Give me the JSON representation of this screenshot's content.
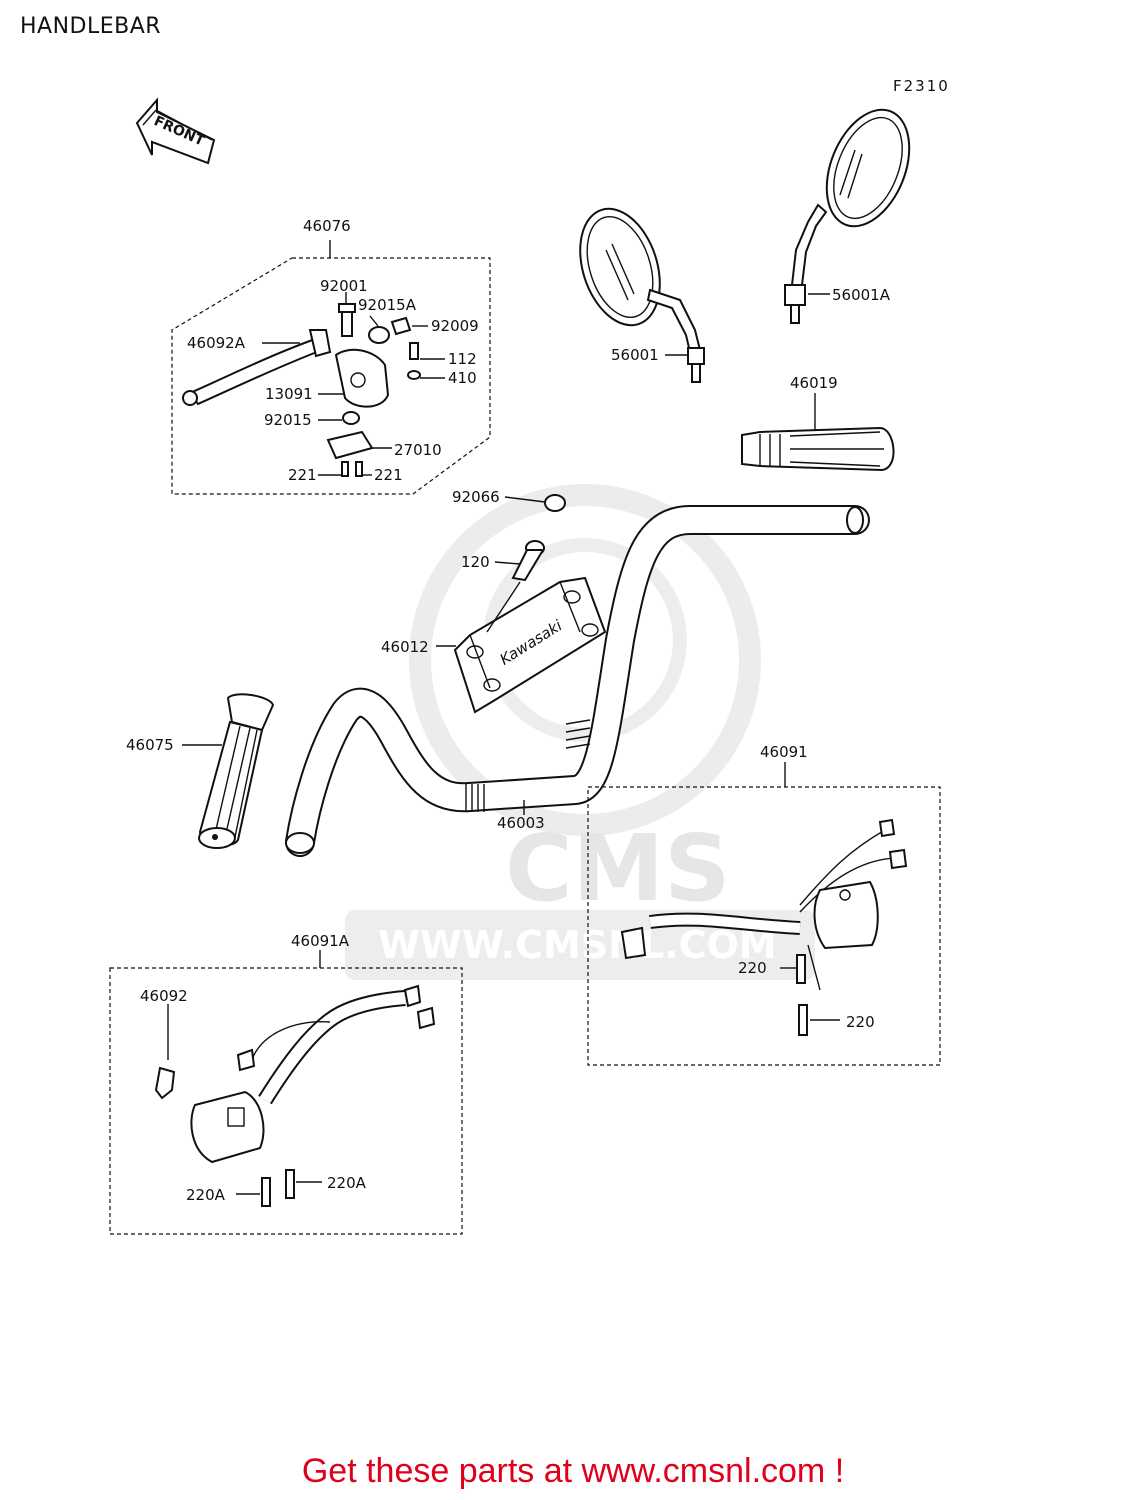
{
  "page": {
    "title": "HANDLEBAR",
    "figure_code": "F2310",
    "footer_link": "Get these parts at www.cmsnl.com !"
  },
  "watermark": {
    "logo_text": "CMS",
    "url_text": "WWW.CMSNL.COM"
  },
  "front_arrow": {
    "label": "FRONT"
  },
  "handlebar_logo": {
    "text": "Kawasaki"
  },
  "callouts": [
    {
      "id": "46076",
      "text": "46076"
    },
    {
      "id": "92001",
      "text": "92001"
    },
    {
      "id": "92015A",
      "text": "92015A"
    },
    {
      "id": "92009",
      "text": "92009"
    },
    {
      "id": "46092A",
      "text": "46092A"
    },
    {
      "id": "112",
      "text": "112"
    },
    {
      "id": "13091",
      "text": "13091"
    },
    {
      "id": "410",
      "text": "410"
    },
    {
      "id": "92015",
      "text": "92015"
    },
    {
      "id": "27010",
      "text": "27010"
    },
    {
      "id": "221-left",
      "text": "221"
    },
    {
      "id": "221-right",
      "text": "221"
    },
    {
      "id": "56001A",
      "text": "56001A"
    },
    {
      "id": "56001",
      "text": "56001"
    },
    {
      "id": "46019",
      "text": "46019"
    },
    {
      "id": "92066",
      "text": "92066"
    },
    {
      "id": "120",
      "text": "120"
    },
    {
      "id": "46012",
      "text": "46012"
    },
    {
      "id": "46075",
      "text": "46075"
    },
    {
      "id": "46003",
      "text": "46003"
    },
    {
      "id": "46091",
      "text": "46091"
    },
    {
      "id": "220-upper",
      "text": "220"
    },
    {
      "id": "220-lower",
      "text": "220"
    },
    {
      "id": "46091A",
      "text": "46091A"
    },
    {
      "id": "46092",
      "text": "46092"
    },
    {
      "id": "220A-left",
      "text": "220A"
    },
    {
      "id": "220A-right",
      "text": "220A"
    }
  ]
}
